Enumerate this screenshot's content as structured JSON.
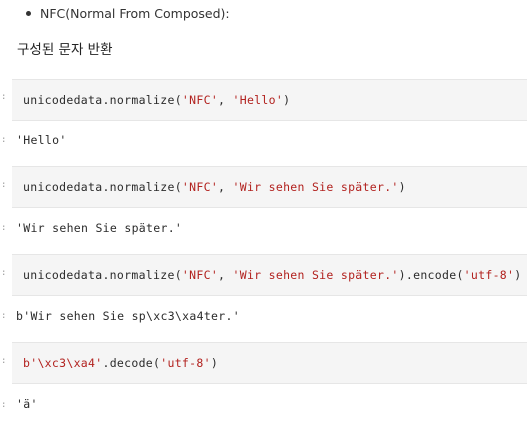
{
  "bullet": {
    "text": "NFC(Normal From Composed):"
  },
  "heading": "구성된 문자 반환",
  "prompt_marker": ":",
  "cells": [
    {
      "input": {
        "t1": "unicodedata.normalize(",
        "s1": "'NFC'",
        "t2": ", ",
        "s2": "'Hello'",
        "t3": ")"
      },
      "output": "'Hello'"
    },
    {
      "input": {
        "t1": "unicodedata.normalize(",
        "s1": "'NFC'",
        "t2": ", ",
        "s2": "'Wir sehen Sie später.'",
        "t3": ")"
      },
      "output": "'Wir sehen Sie später.'"
    },
    {
      "input": {
        "t1": "unicodedata.normalize(",
        "s1": "'NFC'",
        "t2": ", ",
        "s2": "'Wir sehen Sie später.'",
        "t3": ").encode(",
        "s3": "'utf-8'",
        "t4": ")"
      },
      "output": "b'Wir sehen Sie sp\\xc3\\xa4ter.'"
    },
    {
      "input": {
        "s1": "b'\\xc3\\xa4'",
        "t1": ".decode(",
        "s2": "'utf-8'",
        "t2": ")"
      },
      "output": "'ä'"
    }
  ]
}
